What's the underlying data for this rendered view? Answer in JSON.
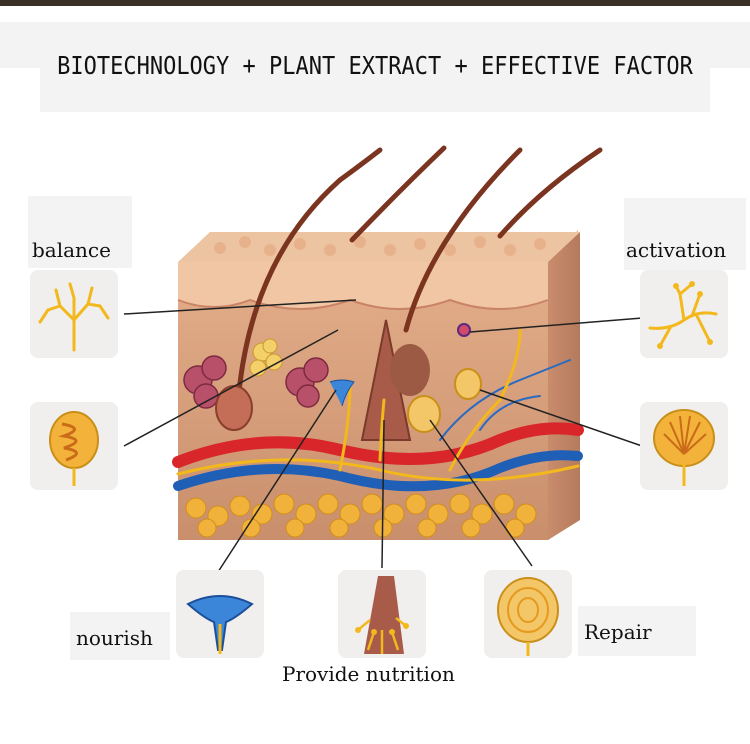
{
  "title": "BIOTECHNOLOGY + PLANT EXTRACT + EFFECTIVE FACTOR",
  "labels": {
    "balance": "balance",
    "activation": "activation",
    "nourish": "nourish",
    "provide_nutrition": "Provide nutrition",
    "repair": "Repair"
  },
  "icons": [
    "branching-nerve-icon",
    "coiled-gland-icon",
    "blue-receptor-icon",
    "hair-follicle-icon",
    "lamellar-corpuscle-icon",
    "dendritic-nerve-icon",
    "encapsulated-corpuscle-icon"
  ],
  "colors": {
    "skin_surface": "#e9b48f",
    "skin_dermis": "#d9a27c",
    "fat": "#f1b23c",
    "artery": "#d8262b",
    "vein": "#1f5fb5",
    "nerve": "#f2b81c",
    "follicle": "#9c5a45"
  }
}
